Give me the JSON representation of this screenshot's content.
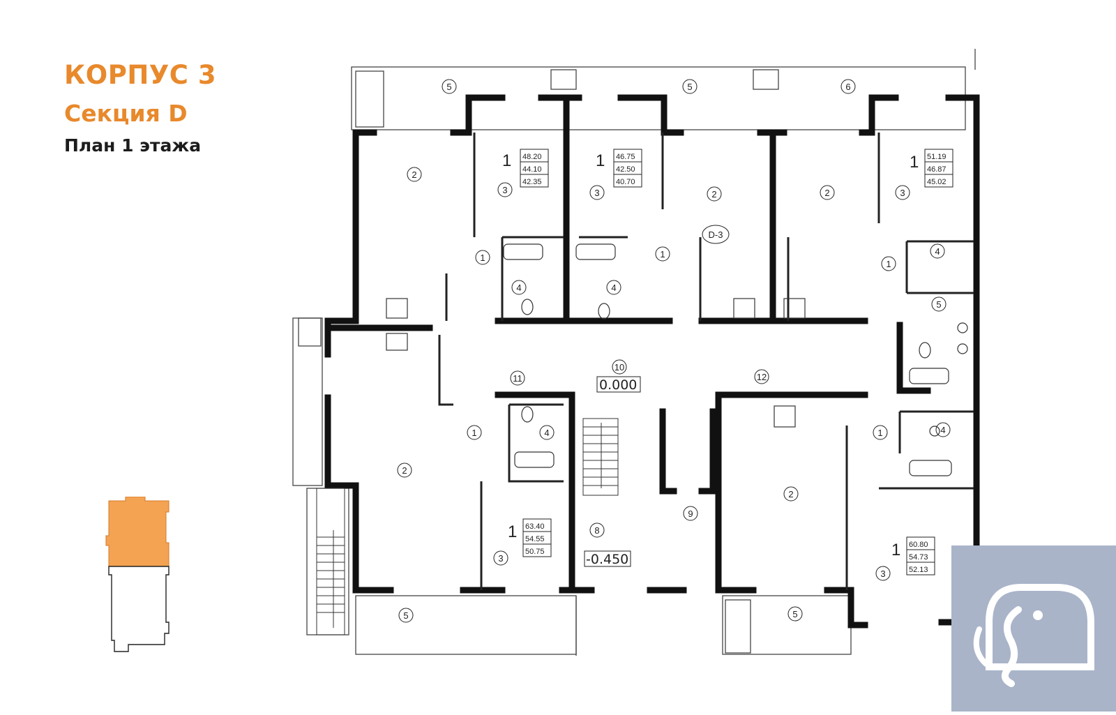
{
  "heading": {
    "building": "КОРПУС 3",
    "section": "Секция D",
    "floor_plan": "План 1 этажа"
  },
  "colors": {
    "accent": "#e8892c",
    "wall": "#111111",
    "logo_bg": "#a9b4c9"
  },
  "apartments": [
    {
      "rooms": "1",
      "areas": [
        "48.20",
        "44.10",
        "42.35"
      ]
    },
    {
      "rooms": "1",
      "areas": [
        "46.75",
        "42.50",
        "40.70"
      ]
    },
    {
      "rooms": "1",
      "areas": [
        "51.19",
        "46.87",
        "45.02"
      ]
    },
    {
      "rooms": "1",
      "areas": [
        "63.40",
        "54.55",
        "50.75"
      ]
    },
    {
      "rooms": "1",
      "areas": [
        "60.80",
        "54.73",
        "52.13"
      ]
    }
  ],
  "room_labels": {
    "a1_balcony": "5",
    "a2_balcony": "5",
    "a3_balcony": "6",
    "a1_room": "2",
    "a1_kitchen": "3",
    "a1_hall": "1",
    "a1_bath": "4",
    "a2_kitchen": "3",
    "a2_hall": "1",
    "a2_bath": "4",
    "a2_room": "2",
    "a3_room": "2",
    "a3_kitchen": "3",
    "a3_hall": "1",
    "a3_bath4": "4",
    "a3_bath5": "5",
    "a4_room": "2",
    "a4_hall": "1",
    "a4_bath": "4",
    "a4_kitchen": "3",
    "a4_balcony": "5",
    "a5_room": "2",
    "a5_hall": "1",
    "a5_bath": "4",
    "a5_kitchen": "3",
    "a5_balcony": "5",
    "corridor_left": "11",
    "lobby": "10",
    "corridor_right": "12",
    "entrance": "8",
    "stair": "9"
  },
  "shaft_label": "D-3",
  "levels": {
    "floor": "0.000",
    "entrance": "-0.450"
  }
}
